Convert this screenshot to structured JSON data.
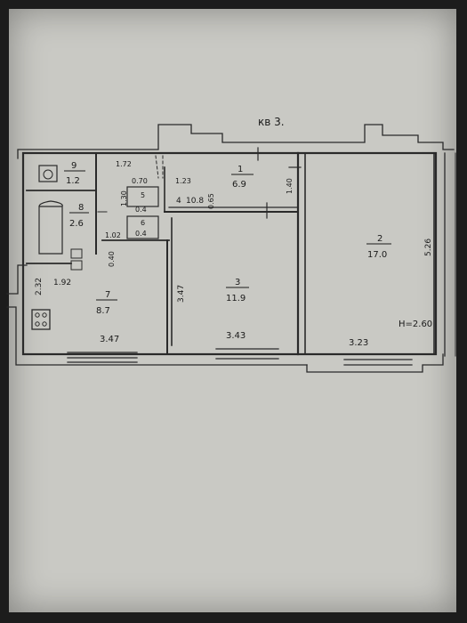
{
  "apartment_label": "кв 3.",
  "ceiling_height": "H=2.60",
  "rooms": [
    {
      "number": "1",
      "area": "6.9"
    },
    {
      "number": "2",
      "area": "17.0"
    },
    {
      "number": "3",
      "area": "11.9"
    },
    {
      "number": "4",
      "area": "10.8"
    },
    {
      "number": "5",
      "area": "0.4"
    },
    {
      "number": "6",
      "area": "0.4"
    },
    {
      "number": "7",
      "area": "8.7"
    },
    {
      "number": "8",
      "area": "2.6"
    },
    {
      "number": "9",
      "area": "1.2"
    }
  ],
  "dimensions": {
    "d1": "1.72",
    "d2": "0.70",
    "d3": "1.23",
    "d4": "0.65",
    "d5": "1.40",
    "d6": "5.26",
    "d7": "1.30",
    "d8": "1.02",
    "d9": "0.40",
    "d10": "3.47",
    "d11": "1.92",
    "d12": "2.32",
    "d13": "3.47",
    "d14": "3.43",
    "d15": "3.23"
  }
}
